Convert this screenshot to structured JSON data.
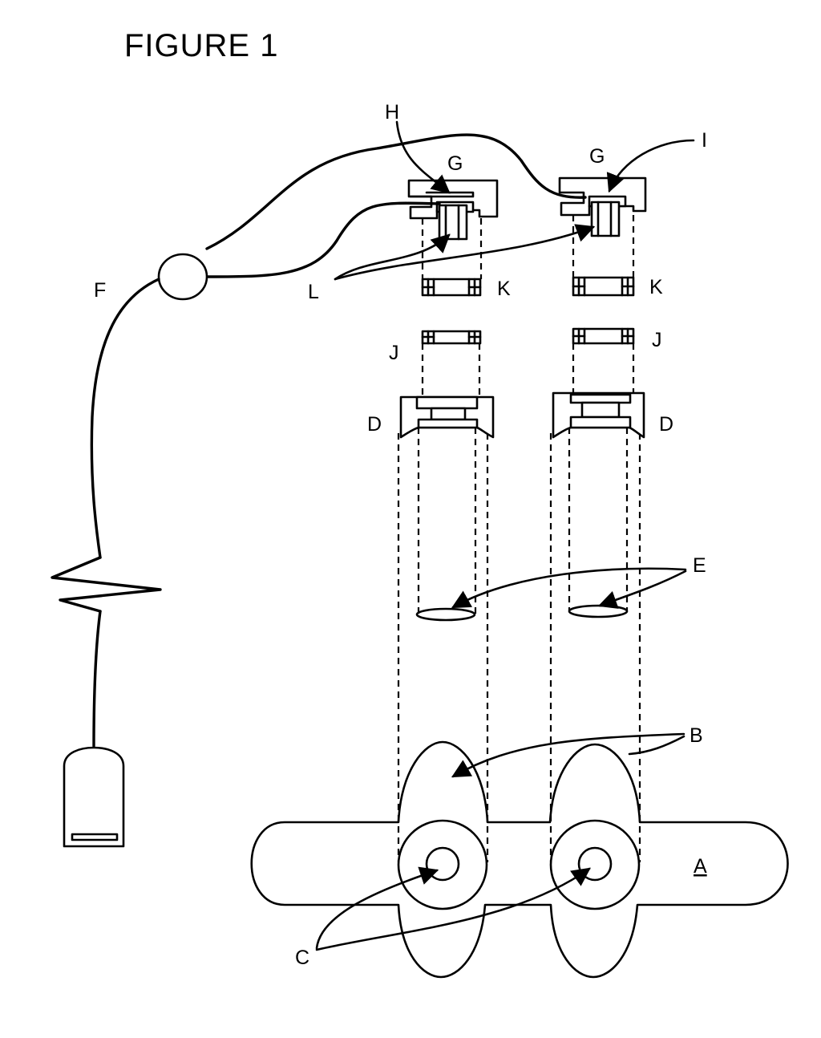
{
  "figure": {
    "title": "FIGURE 1"
  },
  "labels": {
    "A": "A",
    "B": "B",
    "C": "C",
    "D_left": "D",
    "D_right": "D",
    "E": "E",
    "F": "F",
    "G_left": "G",
    "G_right": "G",
    "H": "H",
    "I": "I",
    "J_left": "J",
    "J_right": "J",
    "K_left": "K",
    "K_right": "K",
    "L": "L"
  }
}
